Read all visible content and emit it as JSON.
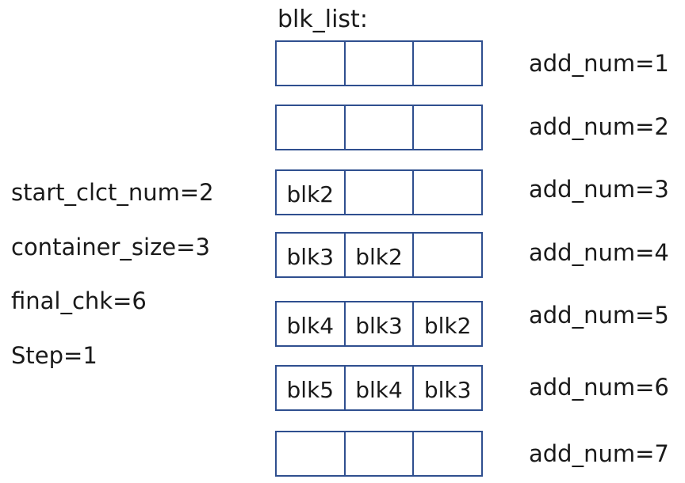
{
  "title": "blk_list:",
  "params": [
    "start_clct_num=2",
    "container_size=3",
    "final_chk=6",
    "Step=1"
  ],
  "rows": [
    {
      "label": "add_num=1",
      "cells": [
        "",
        "",
        ""
      ]
    },
    {
      "label": "add_num=2",
      "cells": [
        "",
        "",
        ""
      ]
    },
    {
      "label": "add_num=3",
      "cells": [
        "blk2",
        "",
        ""
      ]
    },
    {
      "label": "add_num=4",
      "cells": [
        "blk3",
        "blk2",
        ""
      ]
    },
    {
      "label": "add_num=5",
      "cells": [
        "blk4",
        "blk3",
        "blk2"
      ]
    },
    {
      "label": "add_num=6",
      "cells": [
        "blk5",
        "blk4",
        "blk3"
      ]
    },
    {
      "label": "add_num=7",
      "cells": [
        "",
        "",
        ""
      ]
    }
  ],
  "colors": {
    "border": "#2f4f8f",
    "text": "#1a1a1a"
  }
}
